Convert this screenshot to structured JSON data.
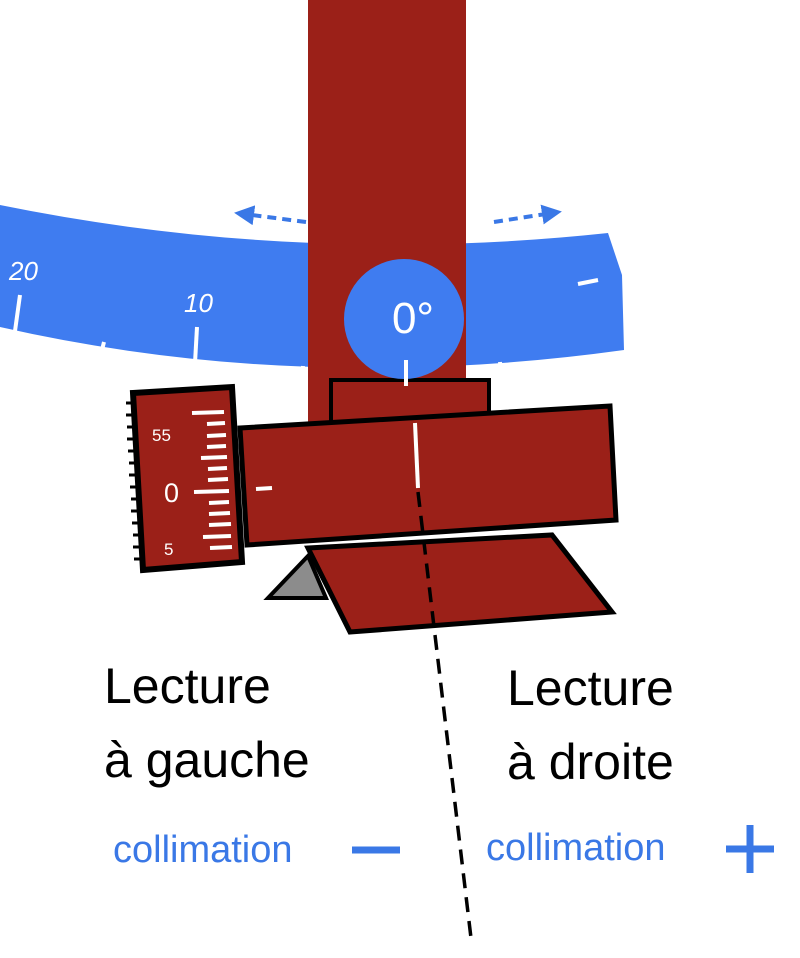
{
  "colors": {
    "scale_blue": "#3f7cf0",
    "alidade_red": "#9b2018",
    "outline": "#000000",
    "accent_blue": "#3a78e6",
    "base_grey": "#8c8c8c"
  },
  "scale": {
    "labels": [
      "20",
      "10"
    ],
    "zero_label": "0°"
  },
  "vernier": {
    "top_label": "55",
    "middle_label": "0",
    "bottom_label": "5"
  },
  "left": {
    "reading_line1": "Lecture",
    "reading_line2": "à gauche",
    "collimation_label": "collimation",
    "sign": "minus"
  },
  "right": {
    "reading_line1": "Lecture",
    "reading_line2": "à droite",
    "collimation_label": "collimation",
    "sign": "plus"
  },
  "arrows": {
    "left": "dashed-arrow-left",
    "right": "dashed-arrow-right"
  }
}
